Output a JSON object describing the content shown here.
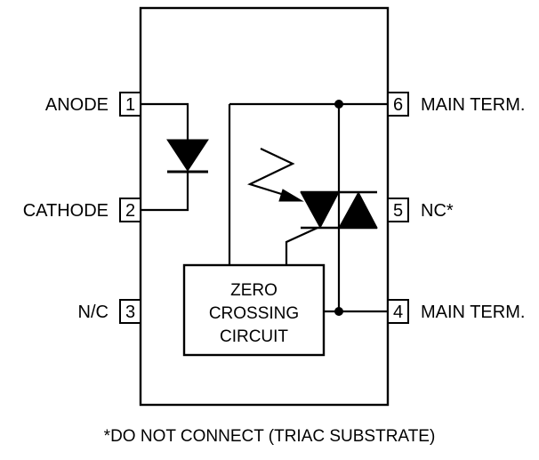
{
  "pins": [
    {
      "number": "1",
      "label": "ANODE"
    },
    {
      "number": "2",
      "label": "CATHODE"
    },
    {
      "number": "3",
      "label": "N/C"
    },
    {
      "number": "4",
      "label": "MAIN TERM."
    },
    {
      "number": "5",
      "label": "NC*"
    },
    {
      "number": "6",
      "label": "MAIN TERM."
    }
  ],
  "zero_crossing": {
    "line1": "ZERO",
    "line2": "CROSSING",
    "line3": "CIRCUIT"
  },
  "footnote": "*DO NOT CONNECT (TRIAC SUBSTRATE)",
  "colors": {
    "line": "#000000",
    "background": "#ffffff"
  }
}
